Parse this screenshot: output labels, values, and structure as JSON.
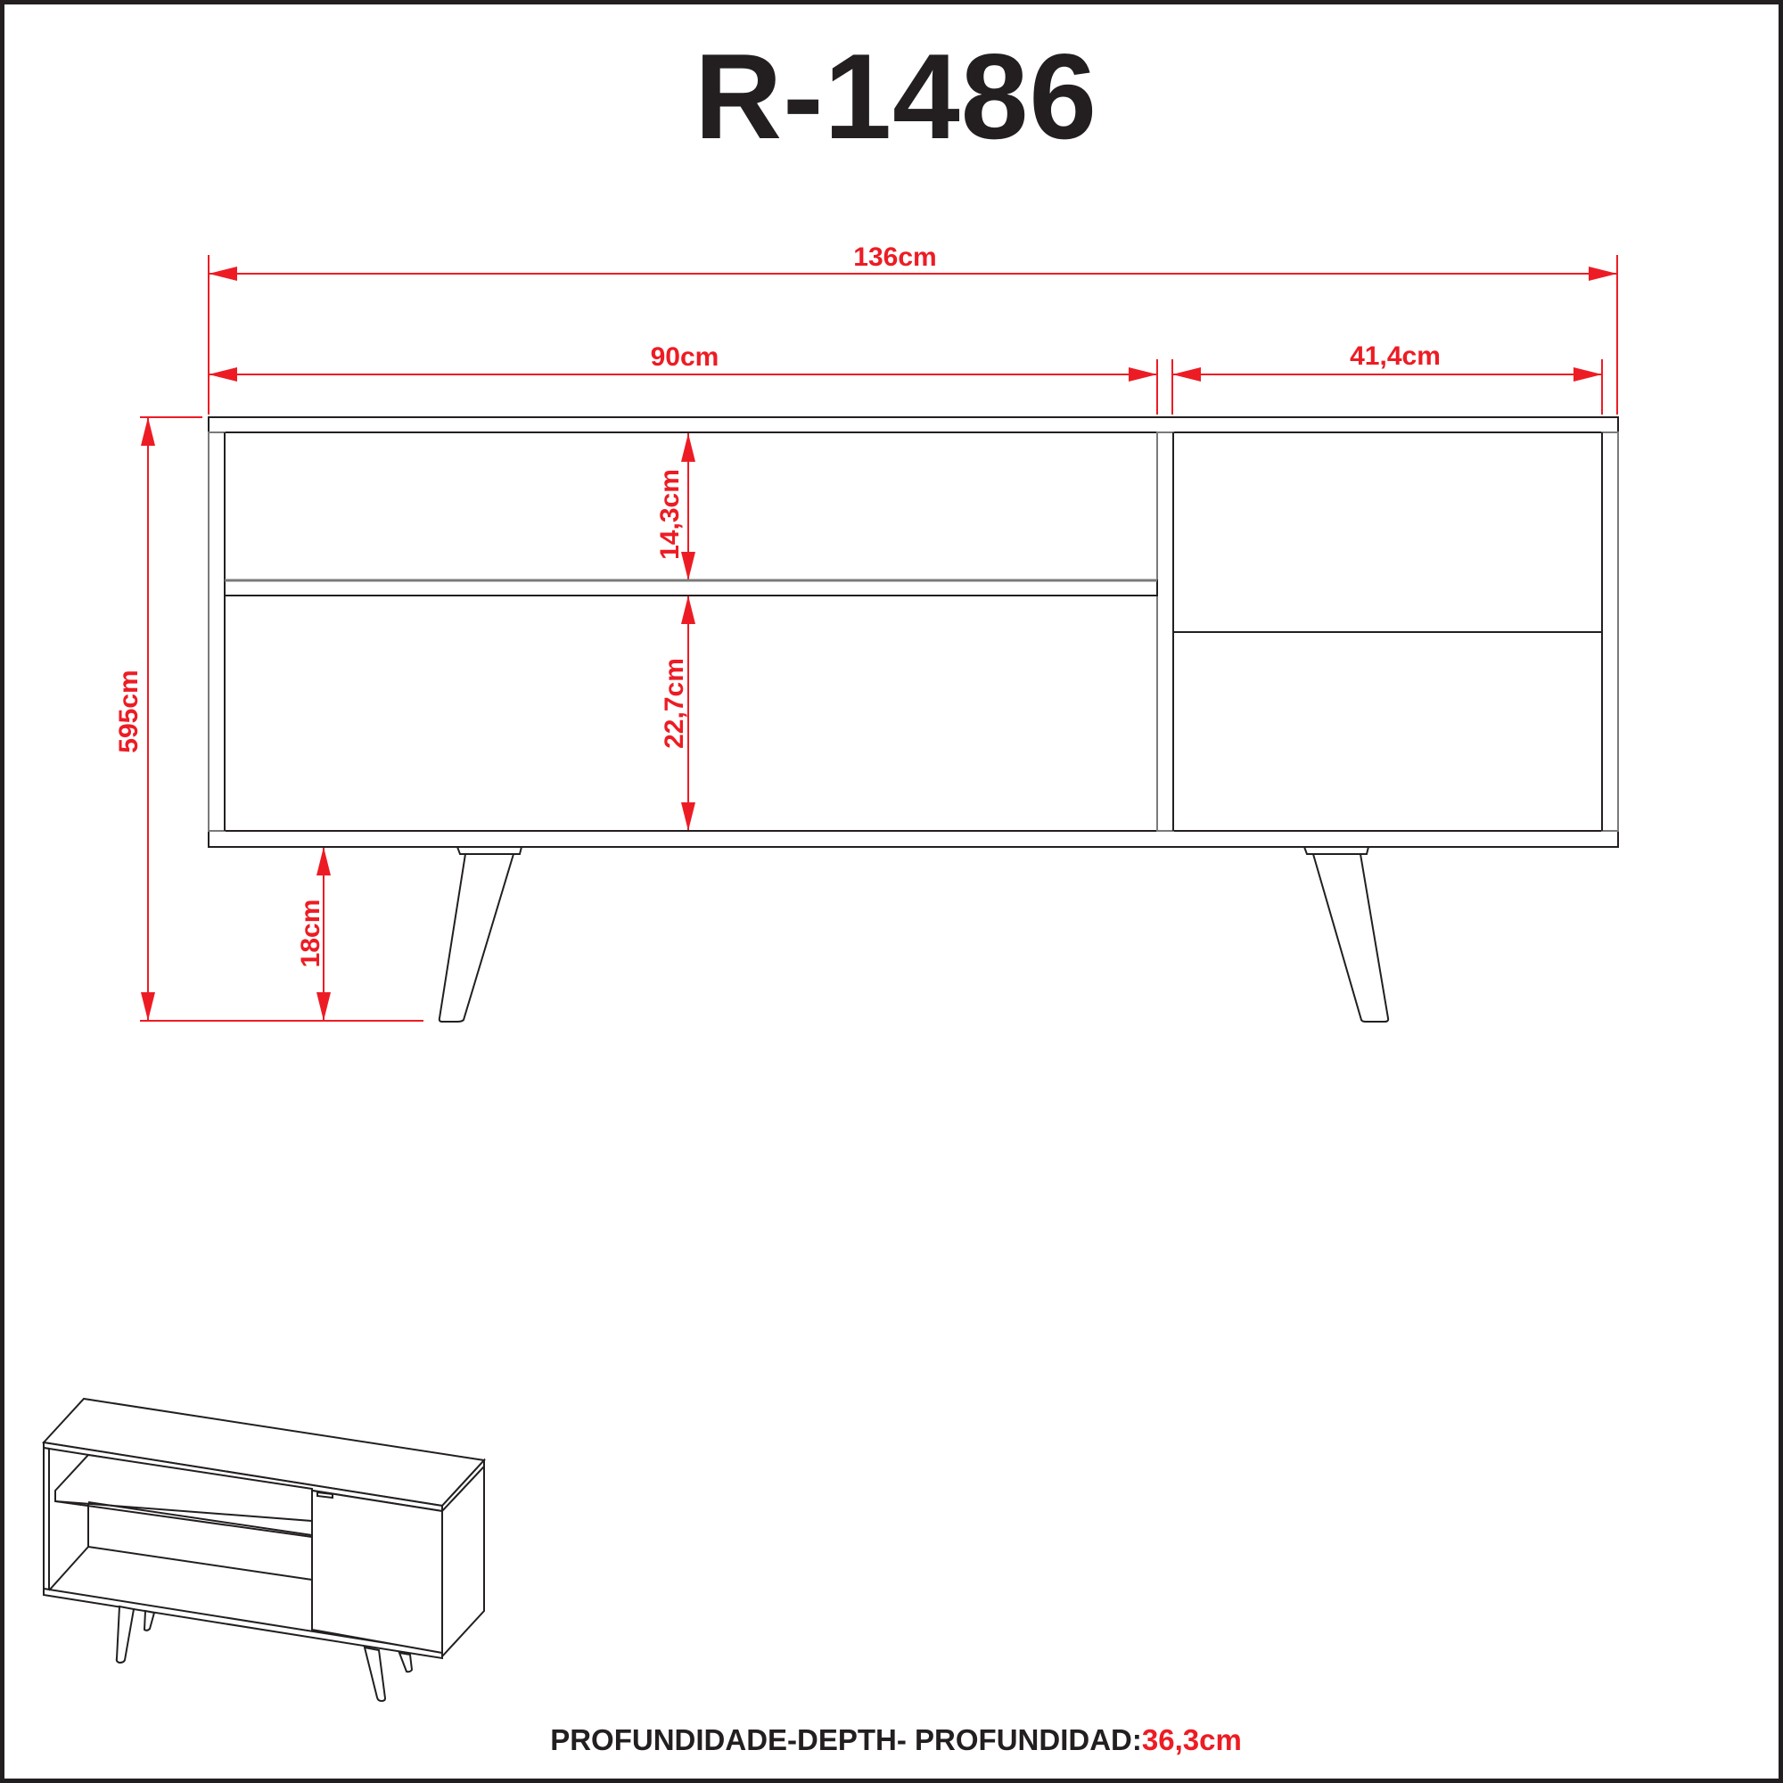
{
  "title": "R-1486",
  "colors": {
    "dimension": "#ed1c24",
    "line": "#231f20",
    "background": "#ffffff"
  },
  "dimensions": {
    "total_width": "136cm",
    "left_section_width": "90cm",
    "right_section_width": "41,4cm",
    "total_height": "595cm",
    "upper_niche_height": "14,3cm",
    "lower_niche_height": "22,7cm",
    "leg_height": "18cm"
  },
  "footer": {
    "label": "PROFUNDIDADE-DEPTH- PROFUNDIDAD:",
    "value": "36,3cm"
  },
  "views": {
    "front_elevation": "front-view",
    "isometric": "isometric-view"
  }
}
